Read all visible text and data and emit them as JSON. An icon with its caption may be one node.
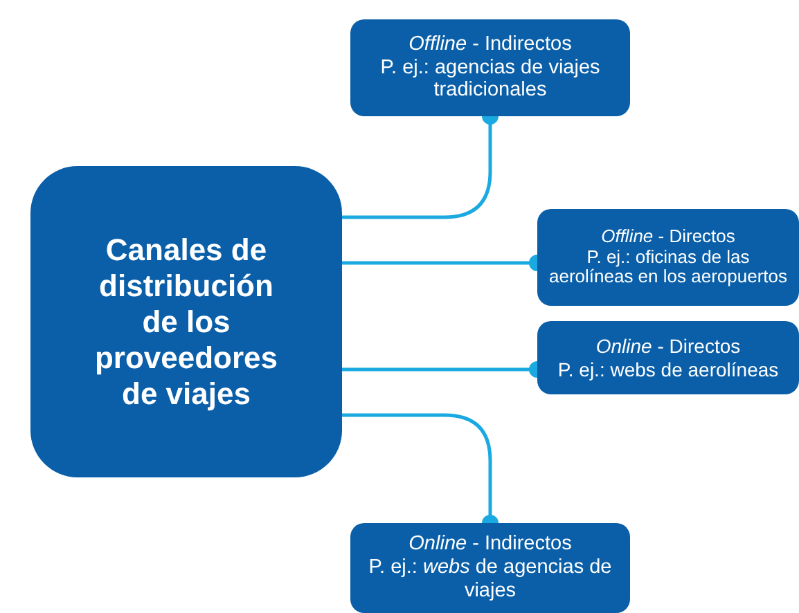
{
  "diagram": {
    "nodes": [
      {
        "text": [
          "Canales de distribución de los proveedores de viajes"
        ]
      },
      {
        "text": [
          "*Offline* - Indirectos",
          "P. ej.: agencias de viajes tradicionales"
        ]
      },
      {
        "text": [
          "*Offline* - Directos",
          "P. ej.: oficinas de las aerolíneas en los aeropuertos"
        ]
      },
      {
        "text": [
          "*Online* - Directos",
          "P. ej.: webs de aerolíneas"
        ]
      },
      {
        "text": [
          "*Online* - Indirectos",
          "P. ej.: *webs* de agencias de viajes"
        ]
      }
    ],
    "edges": [
      {
        "from": 0,
        "to": 1,
        "arrow": "other"
      },
      {
        "from": 0,
        "to": 2,
        "arrow": "other"
      },
      {
        "from": 0,
        "to": 3,
        "arrow": "other"
      },
      {
        "from": 0,
        "to": 4,
        "arrow": "other"
      }
    ]
  }
}
